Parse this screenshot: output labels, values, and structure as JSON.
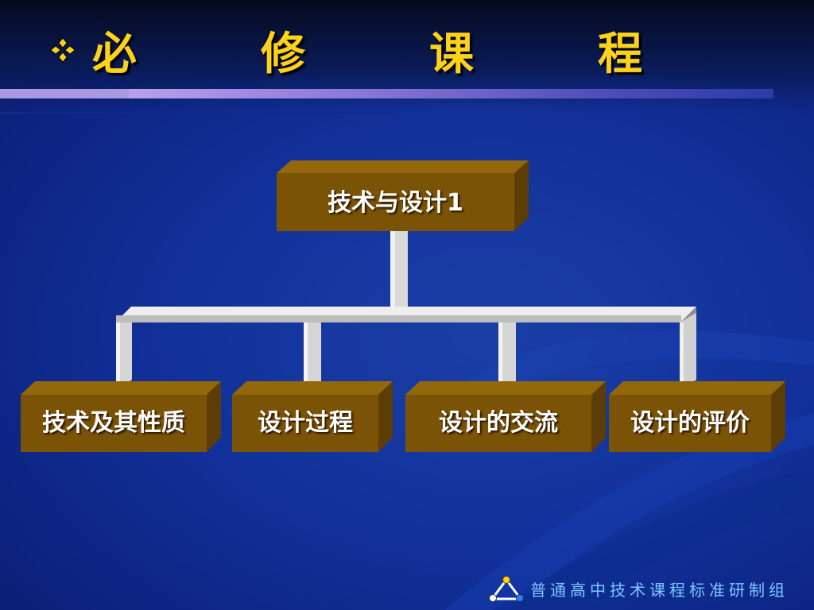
{
  "slide": {
    "title": "必　修　课　程",
    "footer": "普通高中技术课程标准研制组"
  },
  "diagram": {
    "root": {
      "label": "技术与设计1"
    },
    "children": [
      {
        "label": "技术及其性质"
      },
      {
        "label": "设计过程"
      },
      {
        "label": "设计的交流"
      },
      {
        "label": "设计的评价"
      }
    ]
  },
  "colors": {
    "title": "#ffd21a",
    "box_front": "#7a5306",
    "box_top": "#93670c",
    "box_side": "#5c3d04",
    "connector": "#d8d8d8",
    "footer": "#7dc8ff"
  }
}
